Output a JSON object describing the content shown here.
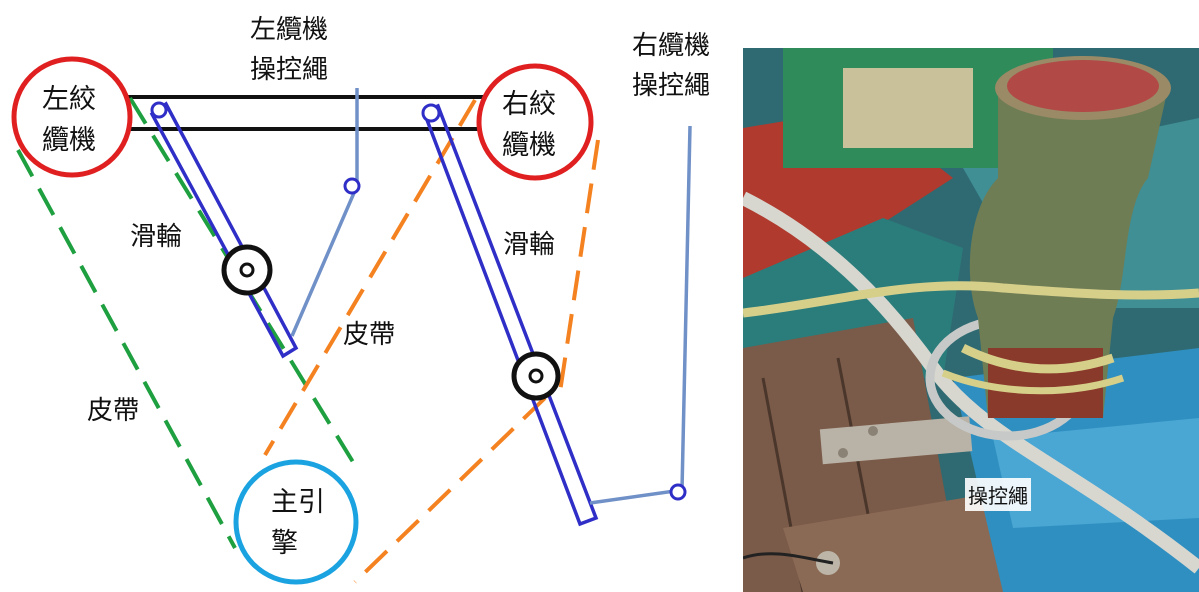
{
  "diagram": {
    "left_winch": [
      "左絞",
      "纜機"
    ],
    "right_winch": [
      "右絞",
      "纜機"
    ],
    "main_engine": [
      "主引",
      "擎"
    ],
    "left_winch_control_rope": [
      "左纜機",
      "操控繩"
    ],
    "right_winch_control_rope": [
      "右纜機",
      "操控繩"
    ],
    "pulley_left": "滑輪",
    "pulley_right": "滑輪",
    "belt_left": "皮帶",
    "belt_center": "皮帶"
  },
  "photo": {
    "caption": "操控繩"
  },
  "colors": {
    "winch_circle": "#e02020",
    "engine_circle": "#1aa3e0",
    "green_belt": "#1fa040",
    "orange_belt": "#f58220",
    "lever": "#2f2fc8",
    "control_rope": "#7090c8"
  }
}
